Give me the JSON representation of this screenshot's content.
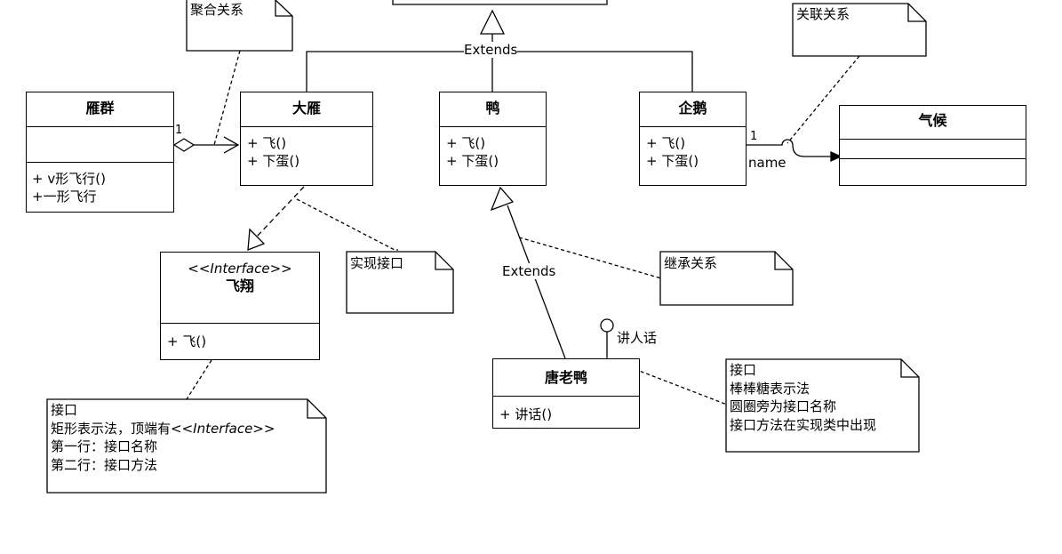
{
  "classes": {
    "goose_flock": {
      "name": "雁群",
      "ops": [
        "+ v形飞行()",
        "+一形飞行"
      ]
    },
    "wild_goose": {
      "name": "大雁",
      "ops": [
        "+ 飞()",
        "+ 下蛋()"
      ]
    },
    "duck": {
      "name": "鸭",
      "ops": [
        "+ 飞()",
        "+ 下蛋()"
      ]
    },
    "penguin": {
      "name": "企鹅",
      "ops": [
        "+ 飞()",
        "+ 下蛋()"
      ]
    },
    "climate": {
      "name": "气候"
    },
    "flying_interface": {
      "stereotype": "<<Interface>>",
      "name": "飞翔",
      "ops": [
        "+ 飞()"
      ]
    },
    "donald_duck": {
      "name": "唐老鸭",
      "ops": [
        "+ 讲话()"
      ]
    }
  },
  "labels": {
    "extends_top": "Extends",
    "extends_duck": "Extends",
    "aggregation_multiplicity": "1",
    "association_multiplicity": "1",
    "association_role": "name",
    "lollipop_interface": "讲人话"
  },
  "notes": {
    "aggregation": "聚合关系",
    "association": "关联关系",
    "implements": "实现接口",
    "inheritance": "继承关系",
    "interface_rect": {
      "line1": "接口",
      "line2_prefix": "矩形表示法，顶端有",
      "line2_stereotype": "<<Interface>>",
      "line3": "第一行：接口名称",
      "line4": "第二行：接口方法"
    },
    "interface_lollipop": [
      "接口",
      "棒棒糖表示法",
      "圆圈旁为接口名称",
      "接口方法在实现类中出现"
    ]
  }
}
